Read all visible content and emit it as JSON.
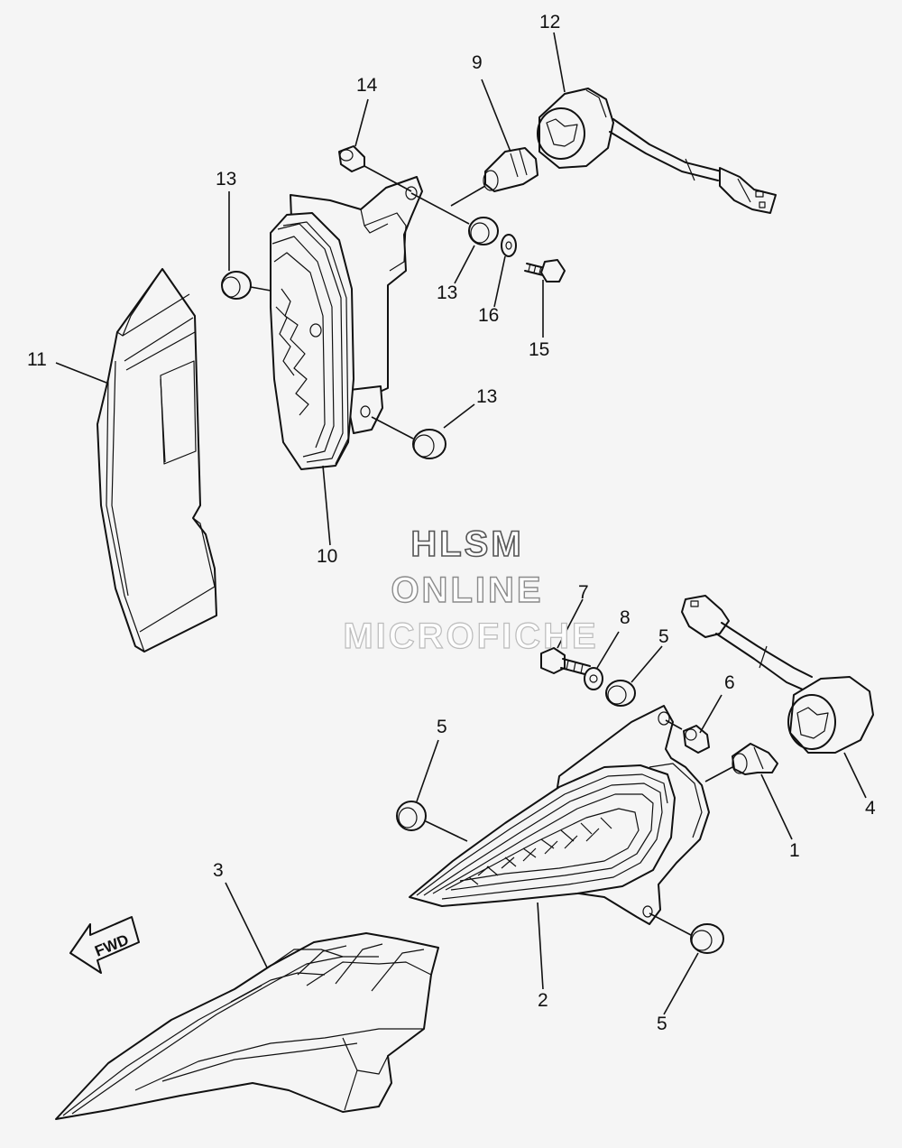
{
  "watermark": {
    "line1": "HLSM",
    "line2": "ONLINE",
    "line3": "MICROFICHE"
  },
  "direction_arrow": "FWD",
  "callouts": {
    "c1": "1",
    "c2": "2",
    "c3": "3",
    "c4": "4",
    "c5a": "5",
    "c5b": "5",
    "c5c": "5",
    "c6": "6",
    "c7": "7",
    "c8": "8",
    "c9": "9",
    "c10": "10",
    "c11": "11",
    "c12": "12",
    "c13a": "13",
    "c13b": "13",
    "c13c": "13",
    "c14": "14",
    "c15": "15",
    "c16": "16"
  },
  "colors": {
    "background": "#f5f5f5",
    "line": "#111111",
    "watermark_fill": "#fdfdfd",
    "watermark_stroke": "#8c8c8c"
  }
}
